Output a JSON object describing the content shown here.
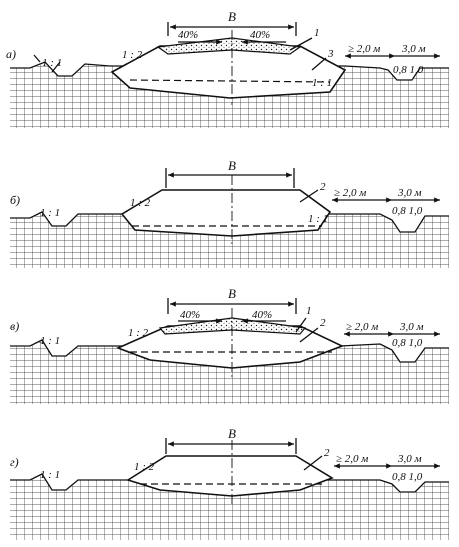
{
  "panels": [
    {
      "id": "a",
      "label": "а)",
      "width_label": "B",
      "slope_label": "1 : 2",
      "crossfall_left": "40%",
      "crossfall_right": "40%",
      "callouts": [
        "1",
        "3"
      ],
      "berm_label": "≥ 2,0 м",
      "ditch_width_label": "3,0 м",
      "ditch_dims": "0,8  1,0",
      "ditch_slope": "1 : 1",
      "dim_label": "1 : 1"
    },
    {
      "id": "b",
      "label": "б)",
      "width_label": "B",
      "slope_label": "1 : 2",
      "callouts": [
        "2"
      ],
      "berm_label": "≥ 2,0 м",
      "ditch_width_label": "3,0 м",
      "ditch_dims": "0,8  1,0",
      "ditch_slope": "1 : 1",
      "dim_label": "1 : 1"
    },
    {
      "id": "v",
      "label": "в)",
      "width_label": "B",
      "slope_label": "1 : 2",
      "crossfall_left": "40%",
      "crossfall_right": "40%",
      "callouts": [
        "1",
        "2"
      ],
      "berm_label": "≥ 2,0 м",
      "ditch_width_label": "3,0 м",
      "ditch_dims": "0,8  1,0",
      "ditch_slope": "1 : 1"
    },
    {
      "id": "g",
      "label": "г)",
      "width_label": "B",
      "slope_label": "1 : 2",
      "callouts": [
        "2"
      ],
      "berm_label": "≥ 2,0 м",
      "ditch_width_label": "3,0 м",
      "ditch_dims": "0,8  1,0",
      "ditch_slope": "1 : 1"
    }
  ]
}
